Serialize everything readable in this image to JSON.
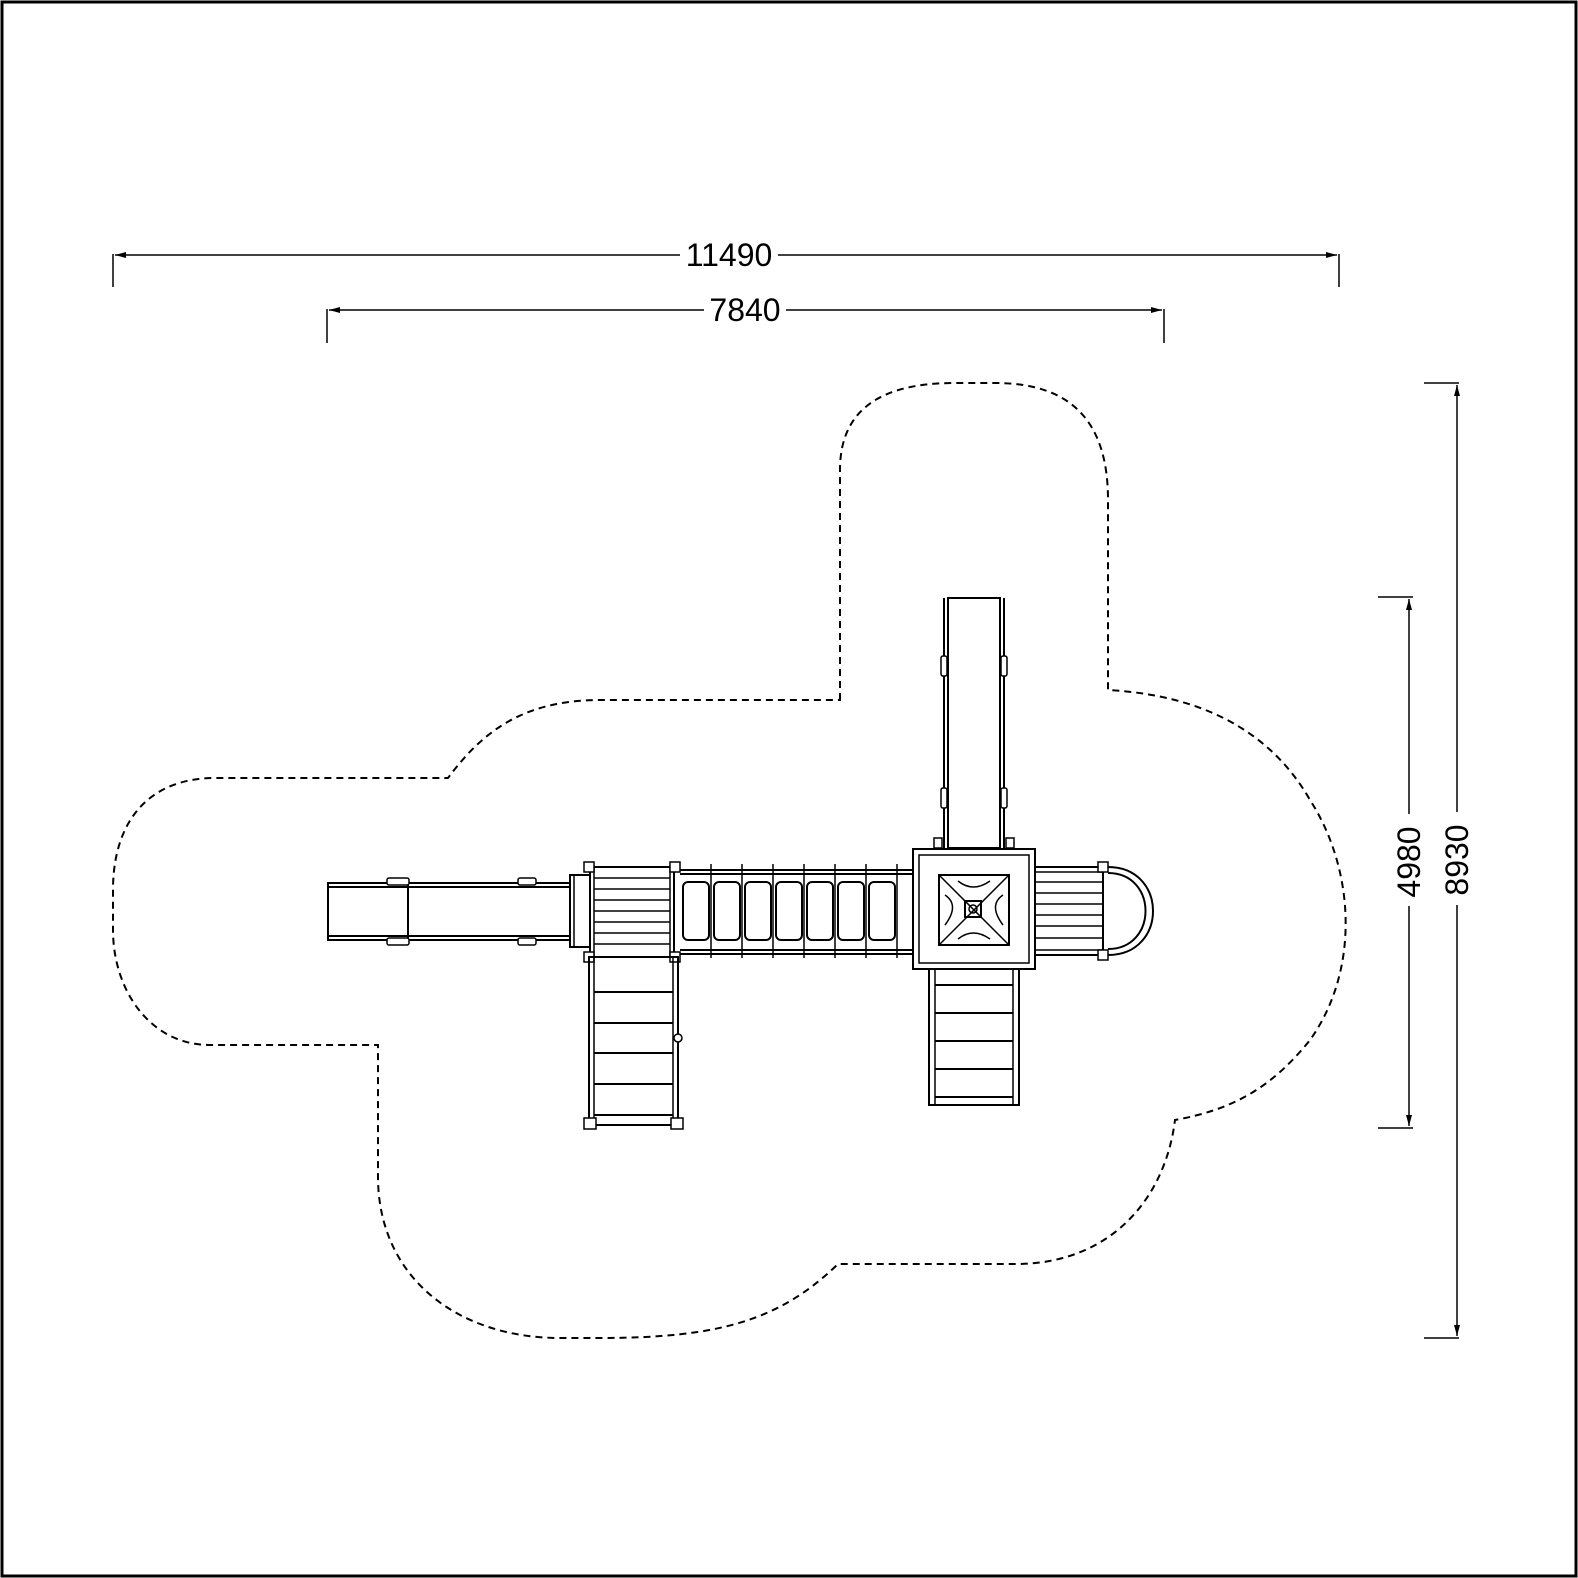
{
  "dimensions": {
    "overall_width": "11490",
    "equipment_width": "7840",
    "equipment_depth": "4980",
    "overall_depth": "8930"
  },
  "colors": {
    "line": "#000000",
    "background": "#ffffff"
  }
}
